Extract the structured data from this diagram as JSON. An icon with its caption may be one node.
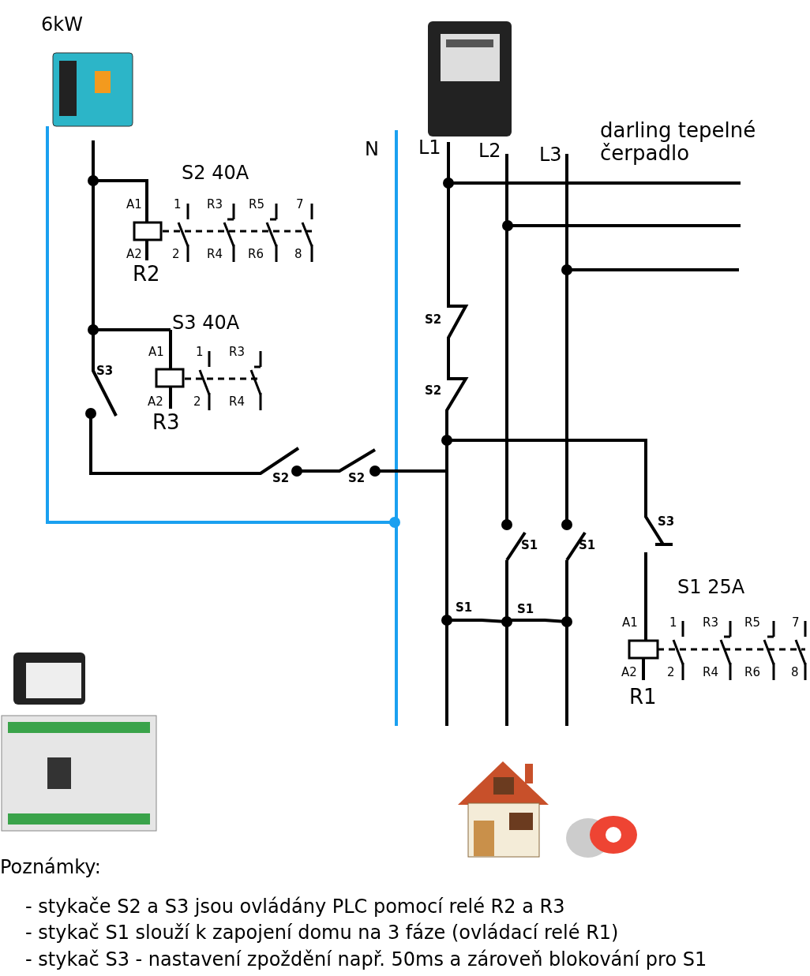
{
  "diagram": {
    "nodes": [
      {
        "text": [],
        "shape": "picture",
        "beside": [
          "6kW"
        ]
      },
      {
        "text": [],
        "shape": "picture"
      },
      {
        "text": [],
        "shape": "picture"
      },
      {
        "text": [],
        "shape": "picture"
      },
      {
        "text": [],
        "shape": "picture"
      },
      {
        "text": [],
        "shape": "picture"
      }
    ],
    "labels": [
      "N",
      "L1",
      "L2",
      "L3",
      "darling tepelné čerpadlo",
      "S2 40A",
      "A1",
      "1",
      "R3",
      "R5",
      "7",
      "A2",
      "2",
      "R4",
      "R6",
      "8",
      "R2",
      "S3 40A",
      "A1",
      "1",
      "R3",
      "A2",
      "2",
      "R4",
      "R3",
      "S3",
      "S2",
      "S2",
      "S2",
      "S2",
      "S3",
      "S1",
      "S1",
      "S1",
      "S1",
      "S1 25A",
      "A1",
      "1",
      "R3",
      "R5",
      "7",
      "A2",
      "2",
      "R4",
      "R6",
      "8",
      "R1",
      "Poznámky:",
      "- stykače S2 a S3 jsou ovládány PLC pomocí relé R2 a R3",
      "- stykač S1 slouží k zapojení domu na 3 fáze (ovládací relé R1)",
      "- stykač S3 - nastavení zpoždění např. 50ms a zároveň blokování pro S1"
    ]
  }
}
